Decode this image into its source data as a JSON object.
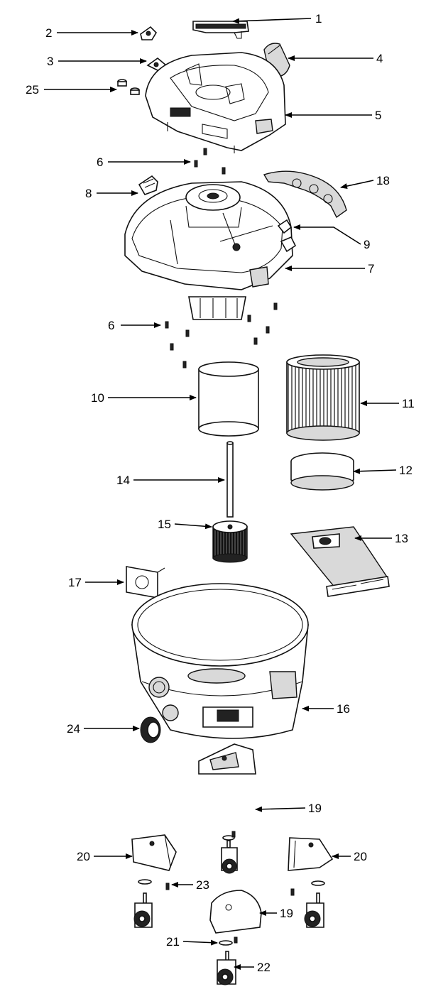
{
  "labels": {
    "l1": "1",
    "l2": "2",
    "l3": "3",
    "l4": "4",
    "l5": "5",
    "l25": "25",
    "l6a": "6",
    "l18": "18",
    "l8": "8",
    "l9": "9",
    "l7": "7",
    "l6b": "6",
    "l10": "10",
    "l11": "11",
    "l12": "12",
    "l14": "14",
    "l15": "15",
    "l13": "13",
    "l17": "17",
    "l16": "16",
    "l24": "24",
    "l19a": "19",
    "l20a": "20",
    "l20b": "20",
    "l23": "23",
    "l19b": "19",
    "l21": "21",
    "l22": "22"
  }
}
